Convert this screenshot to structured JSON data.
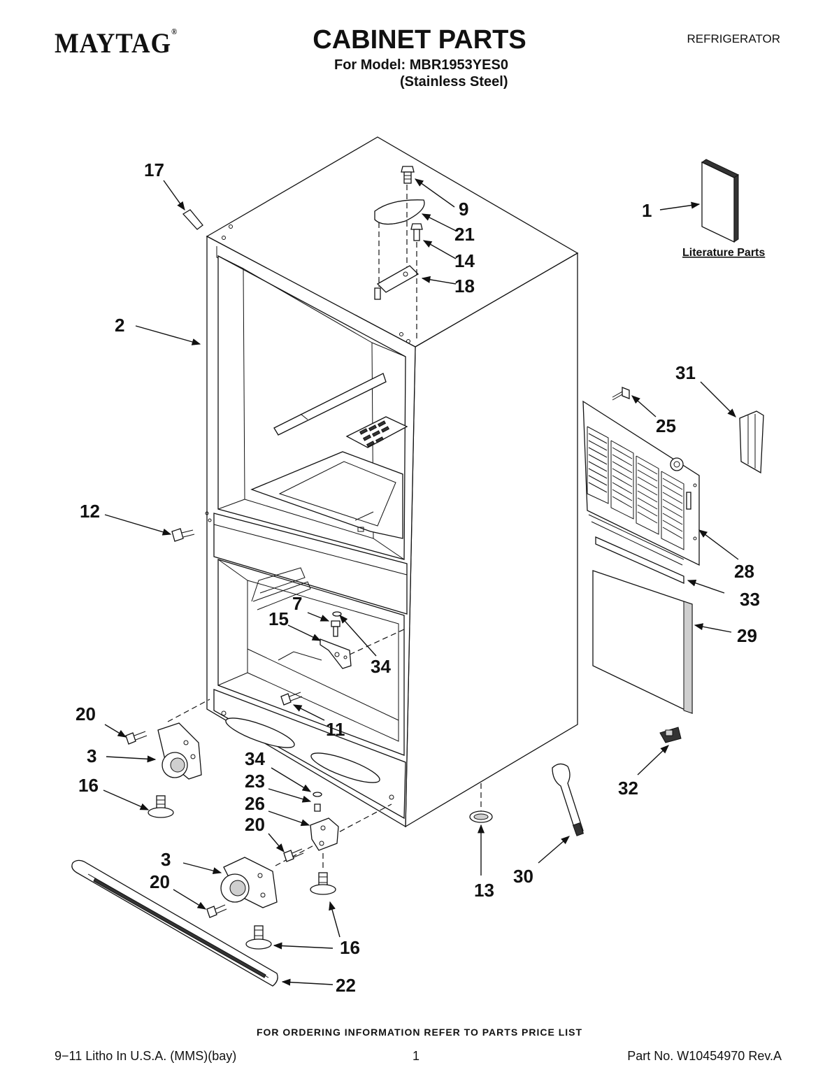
{
  "header": {
    "brand": "MAYTAG",
    "brand_mark": "®",
    "title": "CABINET PARTS",
    "model_line": "For Model: MBR1953YES0",
    "variant_line": "(Stainless Steel)",
    "category": "REFRIGERATOR"
  },
  "literature_label": "Literature Parts",
  "callouts": {
    "c1": "1",
    "c2": "2",
    "c3a": "3",
    "c3b": "3",
    "c7": "7",
    "c9": "9",
    "c11": "11",
    "c12": "12",
    "c13": "13",
    "c14": "14",
    "c15": "15",
    "c16a": "16",
    "c16b": "16",
    "c17": "17",
    "c18": "18",
    "c20a": "20",
    "c20b": "20",
    "c20c": "20",
    "c21": "21",
    "c22": "22",
    "c23": "23",
    "c25": "25",
    "c26": "26",
    "c28": "28",
    "c29": "29",
    "c30": "30",
    "c31": "31",
    "c32": "32",
    "c33": "33",
    "c34a": "34",
    "c34b": "34"
  },
  "footer": {
    "order_note": "FOR ORDERING INFORMATION REFER TO PARTS PRICE LIST",
    "litho": "9−11 Litho In U.S.A. (MMS)(bay)",
    "page": "1",
    "part_no": "Part No. W10454970 Rev.A"
  }
}
